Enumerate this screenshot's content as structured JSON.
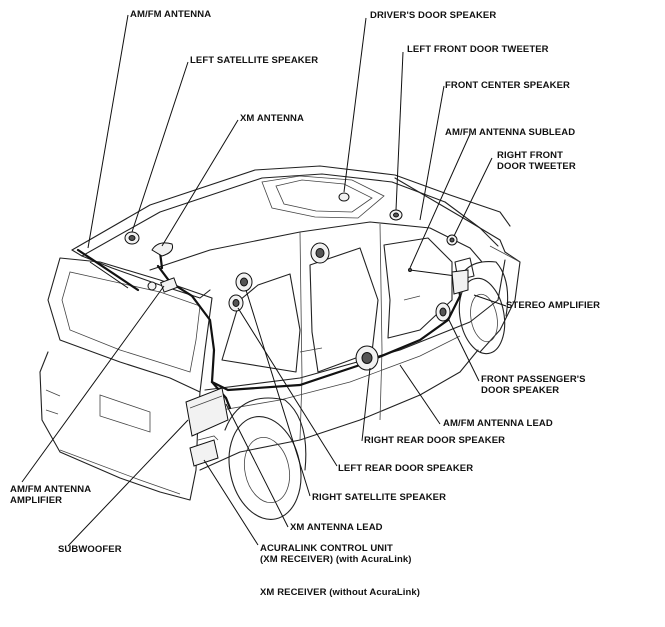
{
  "labels": {
    "am_fm_antenna": "AM/FM ANTENNA",
    "left_satellite_speaker": "LEFT SATELLITE SPEAKER",
    "xm_antenna": "XM ANTENNA",
    "drivers_door_speaker": "DRIVER'S DOOR SPEAKER",
    "left_front_door_tweeter": "LEFT FRONT DOOR TWEETER",
    "front_center_speaker": "FRONT CENTER SPEAKER",
    "am_fm_antenna_sublead": "AM/FM ANTENNA SUBLEAD",
    "right_front_door_tweeter": [
      "RIGHT FRONT",
      "DOOR TWEETER"
    ],
    "stereo_amplifier": "STEREO AMPLIFIER",
    "front_passengers_door_speaker": [
      "FRONT PASSENGER'S",
      "DOOR SPEAKER"
    ],
    "am_fm_antenna_lead": "AM/FM ANTENNA LEAD",
    "right_rear_door_speaker": "RIGHT REAR DOOR SPEAKER",
    "left_rear_door_speaker": "LEFT REAR DOOR SPEAKER",
    "right_satellite_speaker": "RIGHT SATELLITE SPEAKER",
    "xm_antenna_lead": "XM ANTENNA LEAD",
    "am_fm_antenna_amplifier": [
      "AM/FM ANTENNA",
      "AMPLIFIER"
    ],
    "subwoofer": "SUBWOOFER",
    "acuralink_control_unit": [
      "ACURALINK CONTROL UNIT",
      "(XM RECEIVER) (with AcuraLink)"
    ],
    "xm_receiver_without": "XM RECEIVER (without AcuraLink)"
  }
}
